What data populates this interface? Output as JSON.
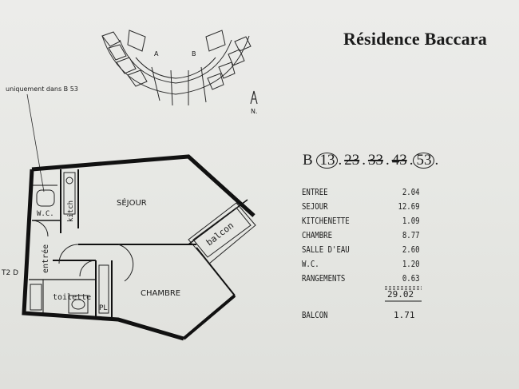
{
  "document": {
    "title": "Résidence Baccara",
    "note": "uniquement dans B 53",
    "type_label": "T2 D",
    "north_label": "N.",
    "site_labels": {
      "a": "A",
      "b": "B"
    },
    "reference": {
      "building": "B",
      "units": [
        "13",
        "23",
        "33",
        "43",
        "53"
      ],
      "circled": [
        "13",
        "53"
      ],
      "struck": [
        "23",
        "33",
        "43"
      ]
    },
    "rooms": {
      "sejour": "SÉJOUR",
      "chambre": "CHAMBRE",
      "balcon": "balcon",
      "wc": "W.C.",
      "kitch": "kitch",
      "entree": "entrée",
      "toilette": "toilette",
      "pl": "PL"
    },
    "areas": [
      {
        "name": "ENTREE",
        "value": "2.04"
      },
      {
        "name": "SEJOUR",
        "value": "12.69"
      },
      {
        "name": "KITCHENETTE",
        "value": "1.09"
      },
      {
        "name": "CHAMBRE",
        "value": "8.77"
      },
      {
        "name": "SALLE D'EAU",
        "value": "2.60"
      },
      {
        "name": "W.C.",
        "value": "1.20"
      },
      {
        "name": "RANGEMENTS",
        "value": "0.63"
      }
    ],
    "total": "29.02",
    "balcon_area": {
      "name": "BALCON",
      "value": "1.71"
    }
  }
}
